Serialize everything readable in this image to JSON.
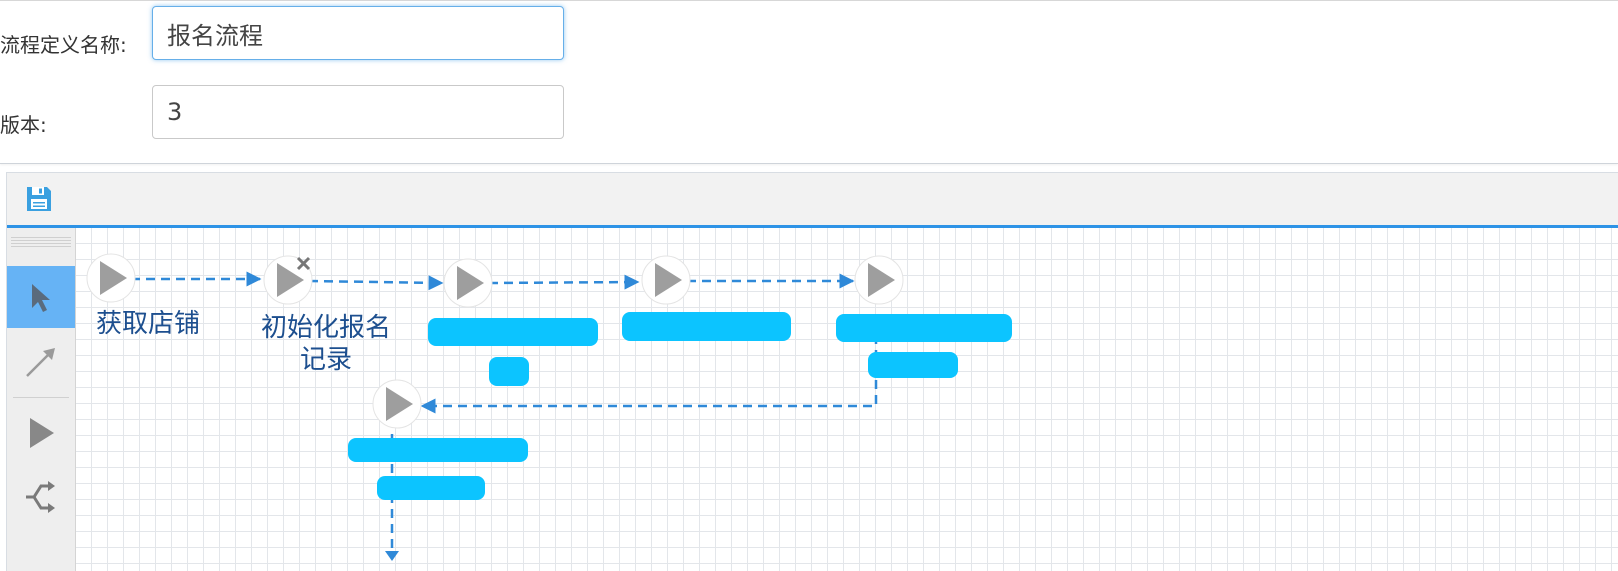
{
  "form": {
    "name_label": "流程定义名称:",
    "name_value": "报名流程",
    "version_label": "版本:",
    "version_value": "3"
  },
  "toolbar": {
    "save_icon": "floppy-disk-icon"
  },
  "palette": {
    "tools": [
      {
        "name": "select",
        "icon": "pointer-arrow-icon",
        "active": true
      },
      {
        "name": "connection",
        "icon": "diagonal-arrow-icon",
        "active": false
      },
      {
        "name": "task",
        "icon": "play-triangle-icon",
        "active": false
      },
      {
        "name": "decision",
        "icon": "branch-merge-icon",
        "active": false
      }
    ]
  },
  "flow": {
    "nodes": [
      {
        "id": "get-store",
        "label": "获取店铺"
      },
      {
        "id": "init-record",
        "label": "初始化报名\n记录"
      },
      {
        "id": "node-3",
        "label": ""
      },
      {
        "id": "node-4",
        "label": ""
      },
      {
        "id": "node-5",
        "label": ""
      },
      {
        "id": "node-6",
        "label": ""
      }
    ]
  },
  "colors": {
    "accent": "#2e93e6",
    "node_label": "#1d4f8f",
    "redaction": "#0cc4ff",
    "active_tool": "#66b3f5"
  }
}
